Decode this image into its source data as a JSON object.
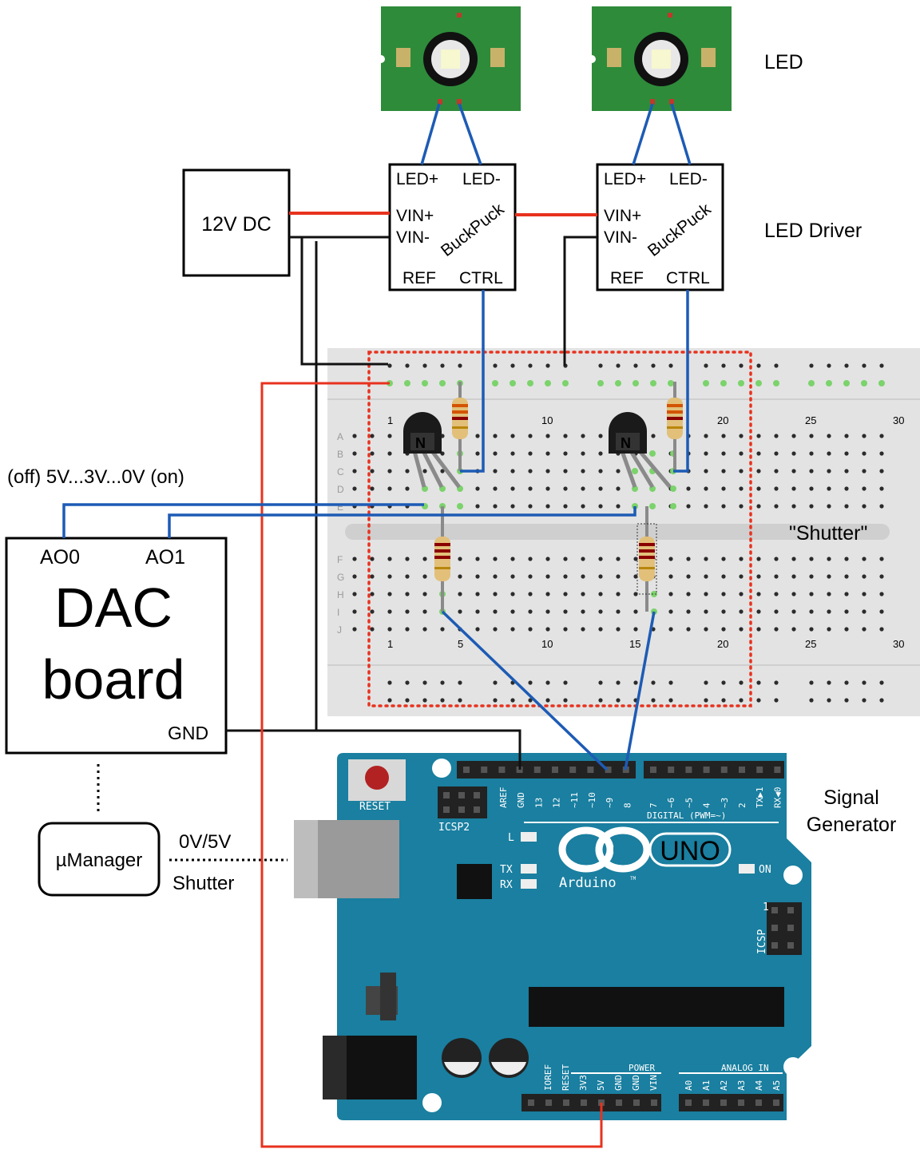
{
  "leds": {
    "label": "LED",
    "label_color": "#000000"
  },
  "drivers": {
    "section_label": "LED Driver",
    "section_color": "#6aa84f",
    "brand": "BuckPuck",
    "pins": {
      "led_plus": "LED+",
      "led_minus": "LED-",
      "vin_plus": "VIN+",
      "vin_minus": "VIN-",
      "ref": "REF",
      "ctrl": "CTRL"
    }
  },
  "power_supply": {
    "label": "12V DC"
  },
  "voltage_note": "(off) 5V...3V...0V (on)",
  "dac": {
    "title_line1": "DAC",
    "title_line2": "board",
    "ao0": "AO0",
    "ao1": "AO1",
    "gnd": "GND"
  },
  "micromanager": {
    "label": "µManager",
    "signal_top": "0V/5V",
    "signal_bottom": "Shutter"
  },
  "breadboard": {
    "shutter_label": "\"Shutter\"",
    "shutter_color": "#e8321e",
    "row_letters": [
      "A",
      "B",
      "C",
      "D",
      "E",
      "F",
      "G",
      "H",
      "I",
      "J"
    ],
    "column_numbers": [
      "1",
      "5",
      "10",
      "15",
      "20",
      "25",
      "30"
    ]
  },
  "transistor_mark": "N",
  "arduino": {
    "board_color": "#1a7fa0",
    "reset": "RESET",
    "icsp2": "ICSP2",
    "icsp": "ICSP",
    "digital_label": "DIGITAL (PWM=~)",
    "top_pins_left": [
      "AREF",
      "GND",
      "13",
      "12",
      "~11",
      "~10",
      "~9",
      "8"
    ],
    "top_pins_right": [
      "7",
      "~6",
      "~5",
      "4",
      "~3",
      "2",
      "TX▶1",
      "RX◀0"
    ],
    "led_l": "L",
    "tx": "TX",
    "rx": "RX",
    "on": "ON",
    "uno": "UNO",
    "brand": "Arduino",
    "tm": "TM",
    "icsp_one": "1",
    "power_label": "POWER",
    "analog_label": "ANALOG IN",
    "power_pins": [
      "IOREF",
      "RESET",
      "3V3",
      "5V",
      "GND",
      "GND",
      "VIN"
    ],
    "analog_pins": [
      "A0",
      "A1",
      "A2",
      "A3",
      "A4",
      "A5"
    ]
  },
  "signal_generator": {
    "line1": "Signal",
    "line2": "Generator",
    "color": "#1a56d6"
  },
  "wire_colors": {
    "red": "#e8321e",
    "blue": "#1d5bb5",
    "black": "#111111"
  }
}
